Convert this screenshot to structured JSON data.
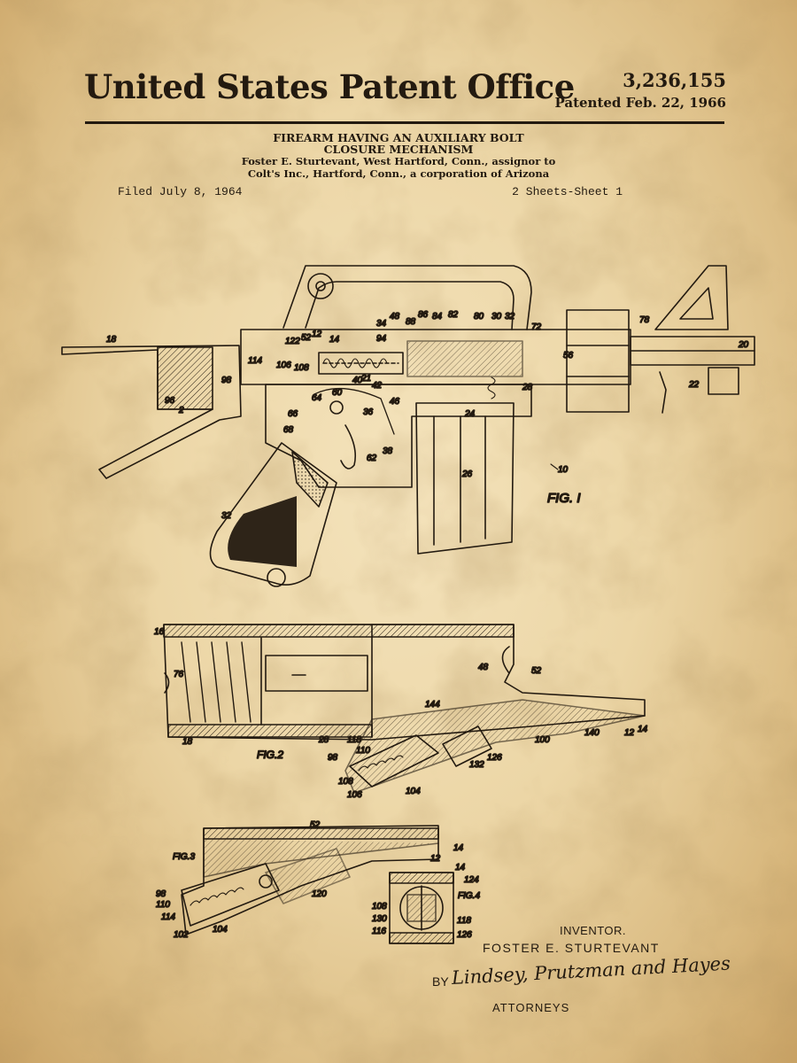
{
  "header": {
    "office_title": "United States Patent Office",
    "patent_number": "3,236,155",
    "patent_date": "Patented Feb. 22, 1966"
  },
  "title_block": {
    "line1": "FIREARM HAVING AN AUXILIARY BOLT",
    "line2": "CLOSURE MECHANISM",
    "line3": "Foster E. Sturtevant, West Hartford, Conn., assignor to",
    "line4": "Colt's Inc., Hartford, Conn., a corporation of Arizona",
    "filed": "Filed July 8, 1964",
    "sheets": "2 Sheets-Sheet 1"
  },
  "figures": {
    "fig1": {
      "label": "FIG. I",
      "refs": [
        "18",
        "114",
        "106",
        "108",
        "122",
        "52",
        "12",
        "14",
        "34",
        "48",
        "88",
        "86",
        "84",
        "82",
        "80",
        "30",
        "32",
        "72",
        "78",
        "20",
        "96",
        "2",
        "98",
        "94",
        "56",
        "22",
        "24",
        "28",
        "60",
        "40",
        "21",
        "42",
        "36",
        "64",
        "66",
        "68",
        "46",
        "38",
        "62",
        "26",
        "32",
        "10"
      ]
    },
    "fig2": {
      "label": "FIG.2",
      "refs": [
        "16",
        "76",
        "48",
        "52",
        "144",
        "12",
        "14",
        "140",
        "100",
        "28",
        "118",
        "110",
        "98",
        "108",
        "106",
        "104",
        "132",
        "126",
        "18"
      ]
    },
    "fig3": {
      "label": "FIG.3",
      "refs": [
        "52",
        "98",
        "110",
        "114",
        "102",
        "104",
        "12",
        "14",
        "120"
      ]
    },
    "fig4": {
      "label": "FIG.4",
      "refs": [
        "14",
        "124",
        "108",
        "130",
        "116",
        "118",
        "126"
      ]
    }
  },
  "inventor": {
    "heading": "INVENTOR.",
    "name": "FOSTER E. STURTEVANT"
  },
  "attorneys": {
    "by": "BY",
    "signature": "Lindsey, Prutzman and Hayes",
    "label": "ATTORNEYS"
  }
}
